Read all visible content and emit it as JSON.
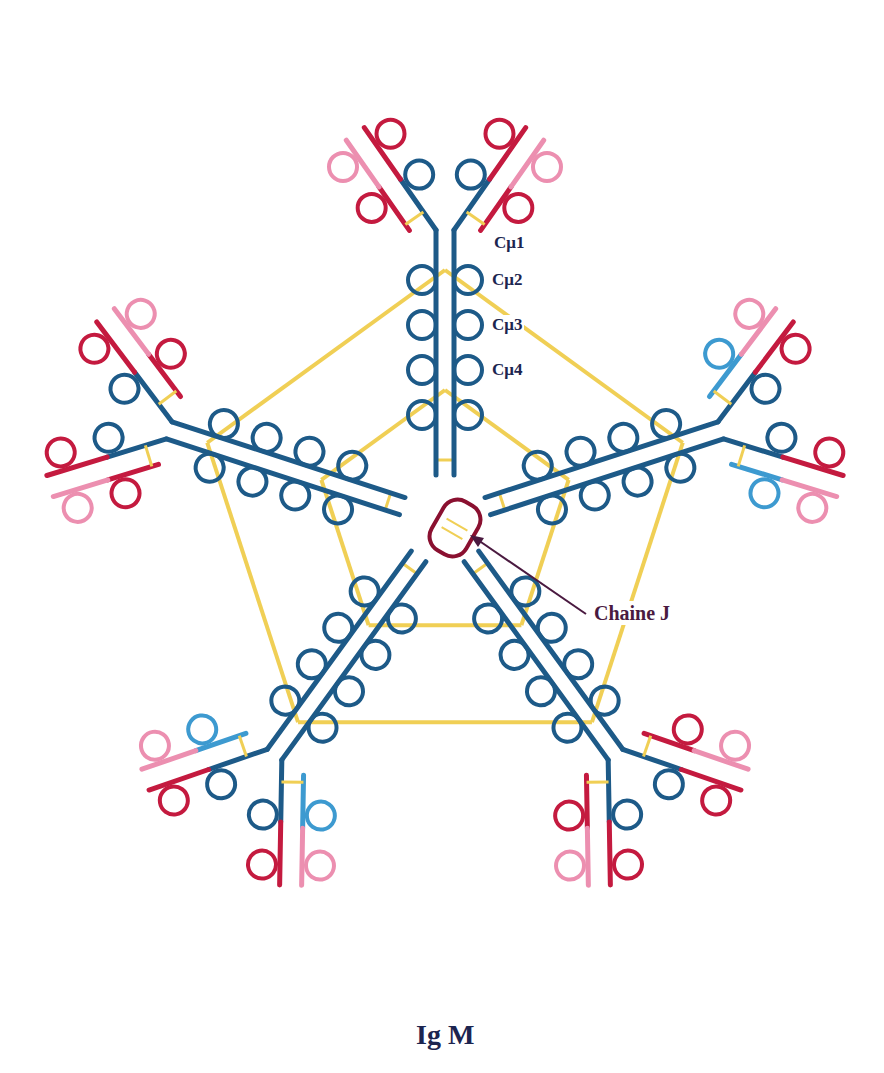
{
  "diagram": {
    "caption": "Ig M",
    "labels": [
      "Cμ1",
      "Cμ2",
      "Cμ3",
      "Cμ4",
      "Chaine J"
    ]
  }
}
